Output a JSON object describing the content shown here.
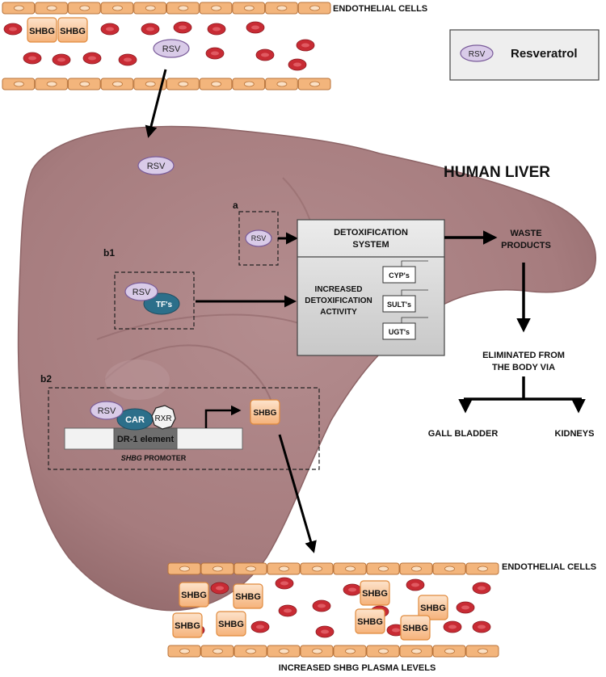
{
  "top_vessel": {
    "label": "ENDOTHELIAL CELLS",
    "shbg_boxes": [
      "SHBG",
      "SHBG"
    ],
    "rsv": "RSV"
  },
  "legend": {
    "token": "RSV",
    "label": "Resveratrol"
  },
  "liver": {
    "title": "HUMAN LIVER",
    "rsv_free": "RSV"
  },
  "panel_a": {
    "label": "a",
    "rsv": "RSV"
  },
  "panel_b1": {
    "label": "b1",
    "rsv": "RSV",
    "tf": "TF's"
  },
  "detox": {
    "header_line1": "DETOXIFICATION",
    "header_line2": "SYSTEM",
    "activity_line1": "INCREASED",
    "activity_line2": "DETOXIFICATION",
    "activity_line3": "ACTIVITY",
    "genes": [
      "CYP's",
      "SULT's",
      "UGT's"
    ]
  },
  "waste": {
    "line1": "WASTE",
    "line2": "PRODUCTS"
  },
  "elimination": {
    "line1": "ELIMINATED FROM",
    "line2": "THE BODY VIA",
    "left": "GALL BLADDER",
    "right": "KIDNEYS"
  },
  "panel_b2": {
    "label": "b2",
    "rsv": "RSV",
    "car": "CAR",
    "rxr": "RXR",
    "element": "DR-1 element",
    "promoter_gene": "SHBG",
    "promoter_suffix": " PROMOTER",
    "product": "SHBG"
  },
  "bottom_vessel": {
    "label": "ENDOTHELIAL CELLS",
    "shbg_boxes": [
      "SHBG",
      "SHBG",
      "SHBG",
      "SHBG",
      "SHBG",
      "SHBG",
      "SHBG",
      "SHBG"
    ],
    "caption": "INCREASED SHBG PLASMA LEVELS"
  },
  "colors": {
    "liver": "#a67c7e",
    "liver_edge": "#8d6466",
    "vessel_cell": "#f3b57c",
    "vessel_edge": "#b8733a",
    "rbc": "#c82b34",
    "shbg_fill": "#f8c9a0",
    "shbg_edge": "#e08a3d",
    "rsv_fill": "#d9cbe8",
    "tf_fill": "#2c6f8a",
    "detox_fill": "#dcdcdc"
  }
}
